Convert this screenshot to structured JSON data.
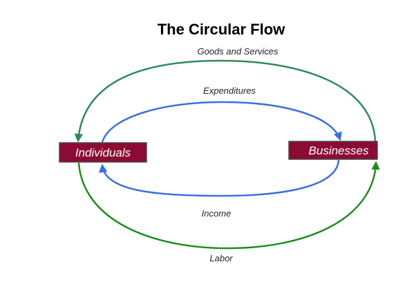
{
  "title": "The Circular Flow",
  "nodes": {
    "individuals": "Individuals",
    "businesses": "Businesses"
  },
  "flows": {
    "goods_and_services": "Goods and Services",
    "expenditures": "Expenditures",
    "income": "Income",
    "labor": "Labor"
  },
  "colors": {
    "node_fill": "#8b0b35",
    "node_border": "#4a4a4a",
    "outer_top_arrow": "#2e8b57",
    "outer_bottom_arrow": "#1e8c1e",
    "inner_arrows": "#3b6fe0"
  }
}
